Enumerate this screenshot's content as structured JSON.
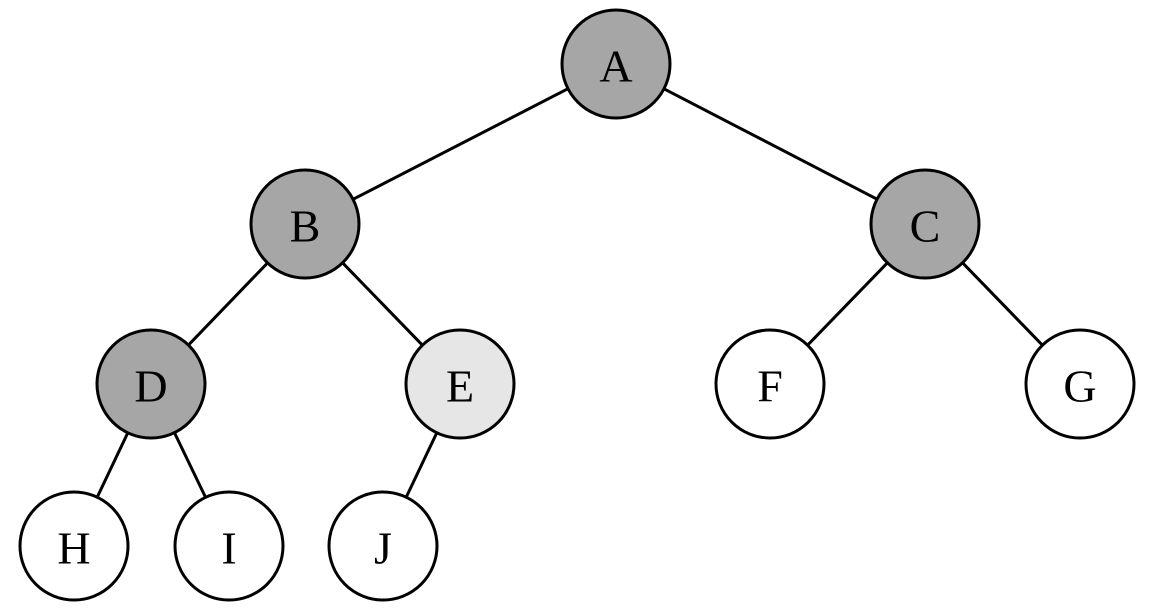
{
  "palette": {
    "visited": "#a6a6a6",
    "current": "#e6e6e6",
    "unvisited": "#ffffff",
    "stroke": "#000000"
  },
  "tree": {
    "nodes": [
      {
        "id": "A",
        "label": "A",
        "state": "visited"
      },
      {
        "id": "B",
        "label": "B",
        "state": "visited"
      },
      {
        "id": "C",
        "label": "C",
        "state": "visited"
      },
      {
        "id": "D",
        "label": "D",
        "state": "visited"
      },
      {
        "id": "E",
        "label": "E",
        "state": "current"
      },
      {
        "id": "F",
        "label": "F",
        "state": "unvisited"
      },
      {
        "id": "G",
        "label": "G",
        "state": "unvisited"
      },
      {
        "id": "H",
        "label": "H",
        "state": "unvisited"
      },
      {
        "id": "I",
        "label": "I",
        "state": "unvisited"
      },
      {
        "id": "J",
        "label": "J",
        "state": "unvisited"
      }
    ],
    "edges": [
      {
        "from": "A",
        "to": "B"
      },
      {
        "from": "A",
        "to": "C"
      },
      {
        "from": "B",
        "to": "D"
      },
      {
        "from": "B",
        "to": "E"
      },
      {
        "from": "C",
        "to": "F"
      },
      {
        "from": "C",
        "to": "G"
      },
      {
        "from": "D",
        "to": "H"
      },
      {
        "from": "D",
        "to": "I"
      },
      {
        "from": "E",
        "to": "J"
      }
    ]
  }
}
